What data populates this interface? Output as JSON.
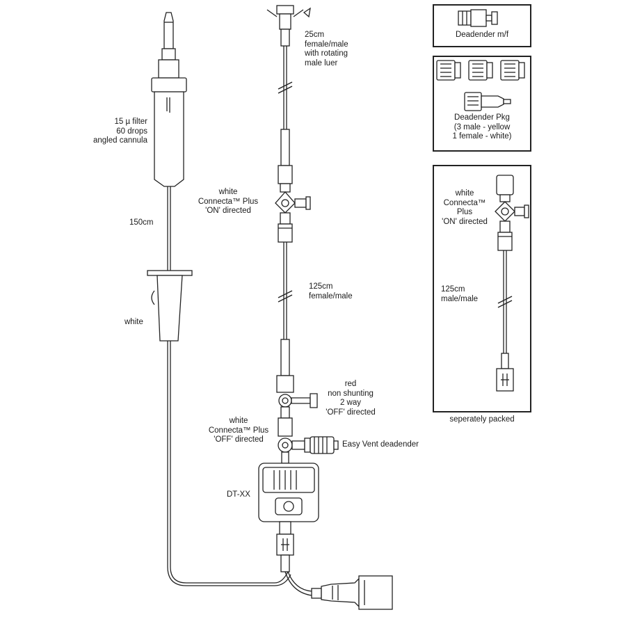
{
  "labels": {
    "filter": "15 µ filter\n60 drops\nangled cannula",
    "length_150": "150cm",
    "clamp_white": "white",
    "top_line": "25cm\nfemale/male\nwith rotating\nmale luer",
    "stopcock_on": "white\nConnecta™ Plus\n'ON' directed",
    "length_125": "125cm\nfemale/male",
    "red_stopcock": "red\nnon shunting\n2 way\n'OFF' directed",
    "stopcock_off": "white\nConnecta™ Plus\n'OFF' directed",
    "easy_vent": "Easy Vent deadender",
    "transducer": "DT-XX"
  },
  "inset_deadender": {
    "caption": "Deadender m/f"
  },
  "inset_pkg": {
    "caption": "Deadender Pkg\n(3 male - yellow\n1 female - white)"
  },
  "inset_separate": {
    "stopcock": "white\nConnecta™\nPlus\n'ON' directed",
    "line": "125cm\nmale/male",
    "caption": "seperately packed"
  }
}
